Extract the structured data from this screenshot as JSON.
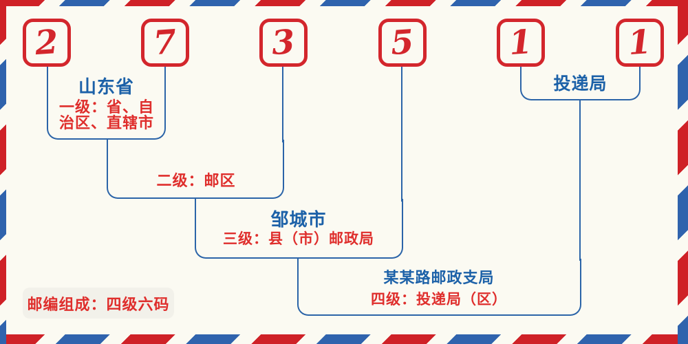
{
  "postal_code": {
    "digits": [
      "2",
      "7",
      "3",
      "5",
      "1",
      "1"
    ]
  },
  "level1": {
    "title": "山东省",
    "desc_line1": "一级：省、自",
    "desc_line2": "治区、直辖市"
  },
  "level2": {
    "label": "二级：邮区"
  },
  "level3": {
    "title": "邹城市",
    "label": "三级：县（市）邮政局"
  },
  "delivery": {
    "title": "投递局"
  },
  "level4": {
    "title": "某某路邮政支局",
    "label": "四级：投递局（区）"
  },
  "note": {
    "text": "邮编组成：四级六码"
  },
  "colors": {
    "stripe_red": "#cf2127",
    "stripe_blue": "#2f63ad",
    "digit_red": "#d3262c",
    "line_blue": "#2b64a8",
    "label_red": "#df2e2c",
    "label_blue": "#1c61a8",
    "background": "#fbfaf2",
    "note_pill_bg": "#f2f1ea"
  }
}
